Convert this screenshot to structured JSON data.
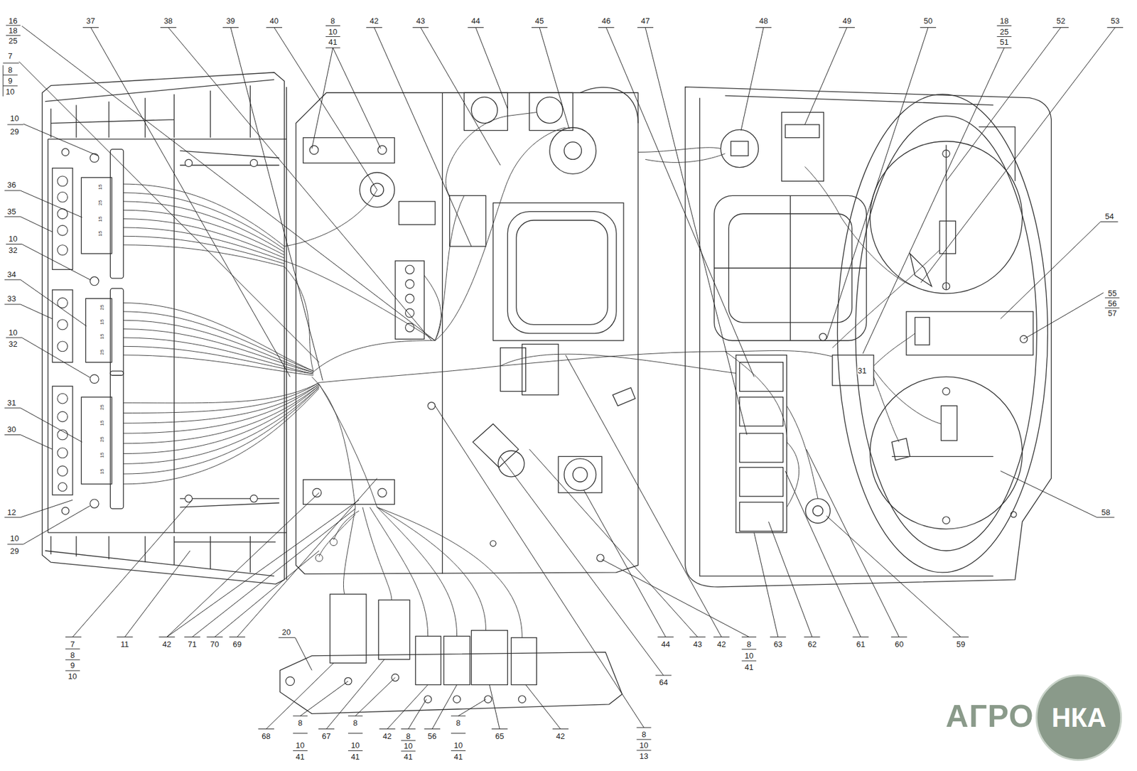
{
  "diagram": {
    "nodes": [
      {
        "text": [
          "НКА"
        ]
      }
    ],
    "labels": [
      "16",
      "18",
      "25",
      "7",
      "8",
      "9",
      "10",
      "10",
      "29",
      "36",
      "35",
      "10",
      "32",
      "34",
      "33",
      "10",
      "32",
      "31",
      "30",
      "12",
      "10",
      "29",
      "37",
      "38",
      "39",
      "40",
      "8",
      "10",
      "41",
      "42",
      "43",
      "44",
      "45",
      "46",
      "47",
      "48",
      "49",
      "50",
      "18",
      "25",
      "51",
      "52",
      "53",
      "54",
      "55",
      "56",
      "57",
      "58",
      "7",
      "8",
      "9",
      "10",
      "11",
      "42",
      "71",
      "70",
      "69",
      "20",
      "68",
      "8",
      "10",
      "41",
      "67",
      "8",
      "10",
      "41",
      "42",
      "8",
      "10",
      "41",
      "56",
      "8",
      "10",
      "41",
      "65",
      "42",
      "8",
      "10",
      "13",
      "64",
      "44",
      "43",
      "42",
      "8",
      "10",
      "41",
      "63",
      "62",
      "61",
      "60",
      "59",
      "31",
      "15",
      "25",
      "15",
      "15",
      "25",
      "15",
      "15",
      "25",
      "25",
      "15",
      "25",
      "15",
      "15",
      "АГРО"
    ]
  }
}
